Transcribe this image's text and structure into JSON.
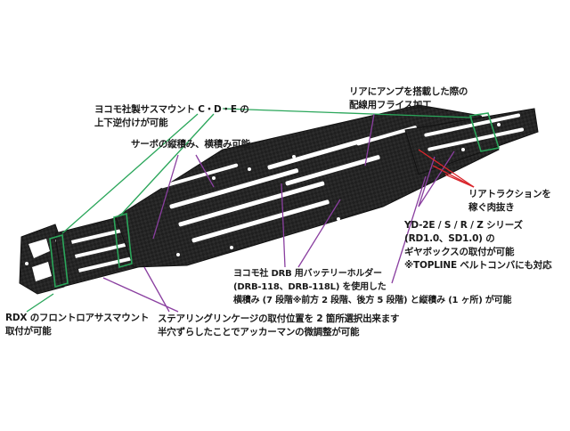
{
  "annotations": {
    "upper_lower_mount": {
      "lines": [
        "ヨコモ社製サスマウント C・D・E の",
        "上下逆付けが可能"
      ]
    },
    "servo_mount": {
      "lines": [
        "サーボの縦積み、横積み可能"
      ]
    },
    "rear_amp_wiring": {
      "lines": [
        "リアにアンプを搭載した際の",
        "配線用フライス加工"
      ]
    },
    "rear_traction": {
      "lines": [
        "リアトラクションを",
        "稼ぐ肉抜き"
      ]
    },
    "gearbox_compat": {
      "lines": [
        "YD-2E / S / R / Z シリーズ",
        "(RD1.0、SD1.0) の",
        "ギヤボックスの取付が可能",
        "※TOPLINE ベルトコンバにも対応"
      ]
    },
    "battery_holder": {
      "lines": [
        "ヨコモ社 DRB 用バッテリーホルダー",
        "(DRB-118、DRB-118L) を使用した",
        "横積み (7 段階※前方 2 段階、後方 5 段階) と縦積み (1 ヶ所) が可能"
      ]
    },
    "rdx_front_mount": {
      "lines": [
        "RDX のフロントロアサスマウント",
        "取付が可能"
      ]
    },
    "steering_linkage": {
      "lines": [
        "ステアリングリンケージの取付位置を 2 箇所選択出来ます",
        "半穴ずらしたことでアッカーマンの微調整が可能"
      ]
    }
  },
  "colors": {
    "leader_green": "#2aa65a",
    "leader_red": "#d9262c",
    "leader_purple": "#8a3fa0",
    "chassis": "#1d1d1d",
    "text": "#1a1a1a"
  }
}
